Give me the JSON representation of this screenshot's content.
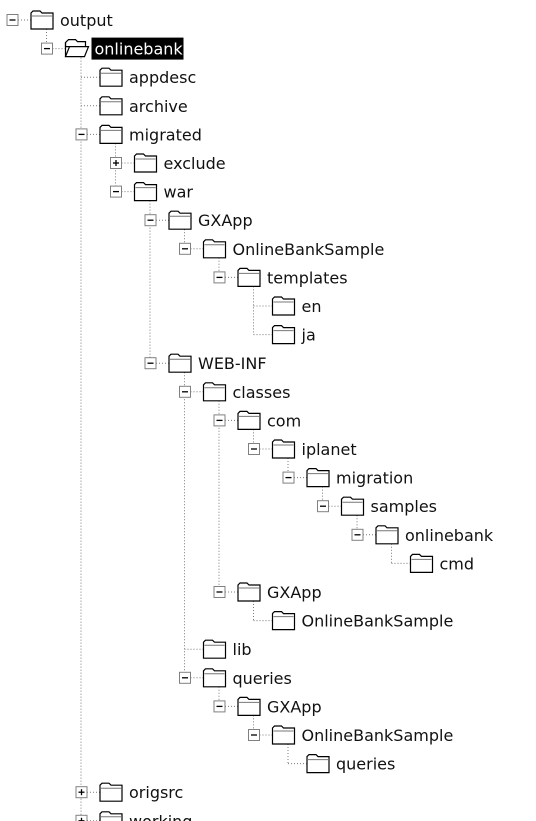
{
  "tree": {
    "nodes": [
      {
        "id": "output",
        "label": "output",
        "depth": 0,
        "expander": "minus",
        "folder": "closed",
        "row": 0
      },
      {
        "id": "onlinebank",
        "label": "onlinebank",
        "depth": 1,
        "expander": "minus",
        "folder": "open",
        "selected": true,
        "row": 1
      },
      {
        "id": "appdesc",
        "label": "appdesc",
        "depth": 2,
        "expander": "none",
        "folder": "closed",
        "row": 2
      },
      {
        "id": "archive",
        "label": "archive",
        "depth": 2,
        "expander": "none",
        "folder": "closed",
        "row": 3
      },
      {
        "id": "migrated",
        "label": "migrated",
        "depth": 2,
        "expander": "minus",
        "folder": "closed",
        "row": 4
      },
      {
        "id": "exclude",
        "label": "exclude",
        "depth": 3,
        "expander": "plus",
        "folder": "closed",
        "row": 5
      },
      {
        "id": "war",
        "label": "war",
        "depth": 3,
        "expander": "minus",
        "folder": "closed",
        "row": 6
      },
      {
        "id": "gxapp1",
        "label": "GXApp",
        "depth": 4,
        "expander": "minus",
        "folder": "closed",
        "row": 7
      },
      {
        "id": "obs1",
        "label": "OnlineBankSample",
        "depth": 5,
        "expander": "minus",
        "folder": "closed",
        "row": 8
      },
      {
        "id": "templates",
        "label": "templates",
        "depth": 6,
        "expander": "minus",
        "folder": "closed",
        "row": 9
      },
      {
        "id": "en",
        "label": "en",
        "depth": 7,
        "expander": "none",
        "folder": "closed",
        "row": 10
      },
      {
        "id": "ja",
        "label": "ja",
        "depth": 7,
        "expander": "none",
        "folder": "closed",
        "row": 11
      },
      {
        "id": "webinf",
        "label": "WEB-INF",
        "depth": 4,
        "expander": "minus",
        "folder": "closed",
        "row": 12
      },
      {
        "id": "classes",
        "label": "classes",
        "depth": 5,
        "expander": "minus",
        "folder": "closed",
        "row": 13
      },
      {
        "id": "com",
        "label": "com",
        "depth": 6,
        "expander": "minus",
        "folder": "closed",
        "row": 14
      },
      {
        "id": "iplanet",
        "label": "iplanet",
        "depth": 7,
        "expander": "minus",
        "folder": "closed",
        "row": 15
      },
      {
        "id": "migration",
        "label": "migration",
        "depth": 8,
        "expander": "minus",
        "folder": "closed",
        "row": 16
      },
      {
        "id": "samples",
        "label": "samples",
        "depth": 9,
        "expander": "minus",
        "folder": "closed",
        "row": 17
      },
      {
        "id": "onlinebank2",
        "label": "onlinebank",
        "depth": 10,
        "expander": "minus",
        "folder": "closed",
        "row": 18
      },
      {
        "id": "cmd",
        "label": "cmd",
        "depth": 11,
        "expander": "none",
        "folder": "closed",
        "row": 19
      },
      {
        "id": "gxapp2",
        "label": "GXApp",
        "depth": 6,
        "expander": "minus",
        "folder": "closed",
        "row": 20
      },
      {
        "id": "obs2",
        "label": "OnlineBankSample",
        "depth": 7,
        "expander": "none",
        "folder": "closed",
        "row": 21
      },
      {
        "id": "lib",
        "label": "lib",
        "depth": 5,
        "expander": "none",
        "folder": "closed",
        "row": 22
      },
      {
        "id": "queries",
        "label": "queries",
        "depth": 5,
        "expander": "minus",
        "folder": "closed",
        "row": 23
      },
      {
        "id": "gxapp3",
        "label": "GXApp",
        "depth": 6,
        "expander": "minus",
        "folder": "closed",
        "row": 24
      },
      {
        "id": "obs3",
        "label": "OnlineBankSample",
        "depth": 7,
        "expander": "minus",
        "folder": "closed",
        "row": 25
      },
      {
        "id": "queries2",
        "label": "queries",
        "depth": 8,
        "expander": "none",
        "folder": "closed",
        "row": 26
      },
      {
        "id": "origsrc",
        "label": "origsrc",
        "depth": 2,
        "expander": "plus",
        "folder": "closed",
        "row": 27
      },
      {
        "id": "working",
        "label": "working",
        "depth": 2,
        "expander": "plus",
        "folder": "closed",
        "row": 28
      }
    ]
  },
  "colors": {
    "folder_fill": "#ffffff",
    "folder_stroke": "#000000",
    "selection": "#000000"
  }
}
